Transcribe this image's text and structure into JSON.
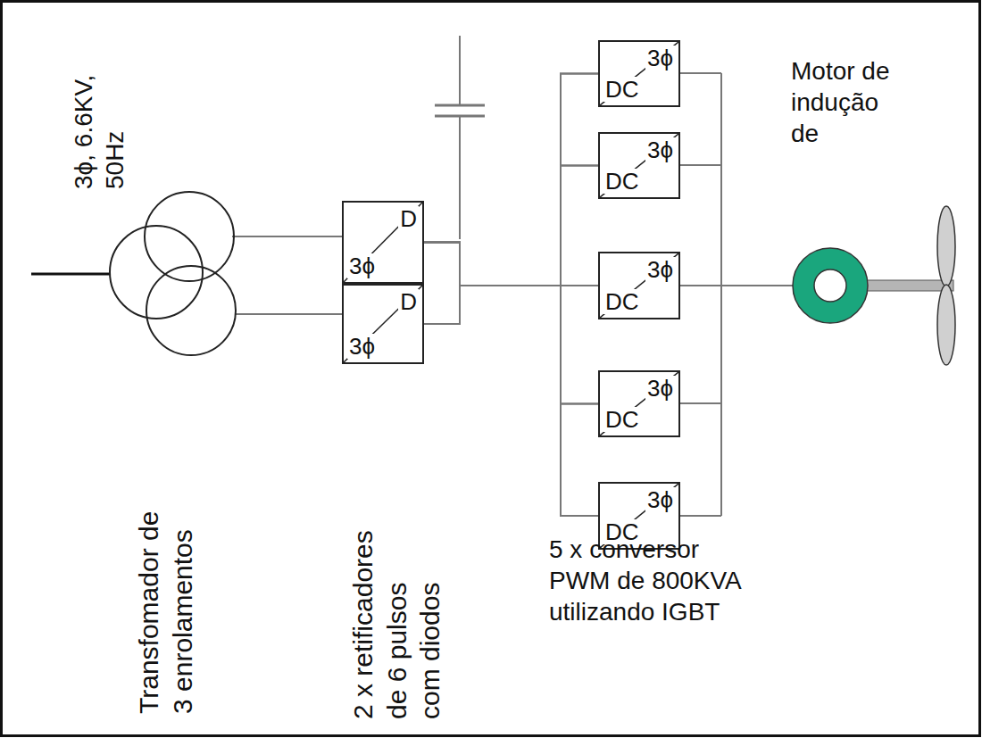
{
  "diagram": {
    "nodes": [
      {
        "text": [
          "D",
          "3ϕ"
        ]
      },
      {
        "text": [
          "D",
          "3ϕ"
        ]
      },
      {
        "text": [
          "3ϕ",
          "DC"
        ]
      },
      {
        "text": [
          "3ϕ",
          "DC"
        ]
      },
      {
        "text": [
          "3ϕ",
          "DC"
        ]
      },
      {
        "text": [
          "3ϕ",
          "DC"
        ]
      },
      {
        "text": [
          "3ϕ",
          "DC"
        ]
      }
    ],
    "edges": [
      {
        "from": 0,
        "to": 2,
        "arrow": "none"
      },
      {
        "from": 0,
        "to": 3,
        "arrow": "none"
      },
      {
        "from": 0,
        "to": 4,
        "arrow": "none"
      },
      {
        "from": 0,
        "to": 5,
        "arrow": "none"
      },
      {
        "from": 0,
        "to": 6,
        "arrow": "none"
      },
      {
        "from": 1,
        "to": 2,
        "arrow": "none"
      },
      {
        "from": 1,
        "to": 3,
        "arrow": "none"
      },
      {
        "from": 1,
        "to": 4,
        "arrow": "none"
      },
      {
        "from": 1,
        "to": 5,
        "arrow": "none"
      },
      {
        "from": 1,
        "to": 6,
        "arrow": "none"
      }
    ],
    "labels": [
      "3ϕ, 6.6KV, 50Hz",
      "Transfomador de 3 enrolamentos",
      "2 x retificadores de 6 pulsos com diodos",
      "5 x conversor PWM de 800KVA utilizando IGBT",
      "Motor de indução de"
    ]
  }
}
